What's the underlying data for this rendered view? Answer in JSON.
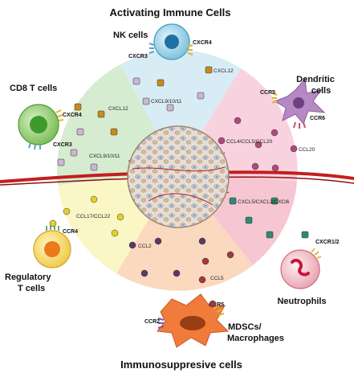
{
  "title_top": "Activating Immune Cells",
  "title_bottom": "Immunosuppresive cells",
  "cells": {
    "nk": {
      "label": "NK cells",
      "receptors": [
        "CXCR3",
        "CXCR4"
      ]
    },
    "cd8": {
      "label": "CD8 T cells",
      "receptors": [
        "CXCR4",
        "CXCR3"
      ]
    },
    "dendritic": {
      "label_line1": "Dendritic",
      "label_line2": "cells",
      "receptors": [
        "CCR5",
        "CCR6"
      ]
    },
    "treg": {
      "label_line1": "Regulatory",
      "label_line2": "T cells",
      "receptor": "CCR4"
    },
    "neutrophils": {
      "label": "Neutrophils",
      "receptor": "CXCR1/2"
    },
    "mdsc": {
      "label_line1": "MDSCs/",
      "label_line2": "Macrophages",
      "receptors": [
        "CCR2",
        "CCR5"
      ]
    }
  },
  "chemokines": {
    "cxcl12_nk": "CXCL12",
    "cxcl9_nk": "CXCL9/10/11",
    "cxcl12_cd8": "CXCL12",
    "cxcl9_cd8": "CXCL9/10/11",
    "ccl4": "CCL4/CCL5/CCL20",
    "ccl20": "CCL20",
    "cxcl5": "CXCL5/CXCL2/CXCl6",
    "ccl17": "CCL17/CCL22",
    "ccl2": "CCL2",
    "ccl5": "CCL5"
  },
  "colors": {
    "nk_sector": "#d7ecf4",
    "dendritic_sector": "#f8d3df",
    "neutrophil_sector": "#f7c6d3",
    "mdsc_sector": "#fbd9bf",
    "treg_sector": "#fbf6c6",
    "cd8_sector": "#d6ecd1",
    "vessel": "#c41e1e",
    "cxcl12_dot": "#c88b1a",
    "cxcl9_dot": "#c9b6d3",
    "ccl_pink_dot": "#b04a7e",
    "cxcl5_dot": "#2e8a72",
    "treg_dot": "#e3cf2f",
    "mdsc_dot": "#5a3a6a",
    "ccl5_dot": "#a03a3a"
  }
}
